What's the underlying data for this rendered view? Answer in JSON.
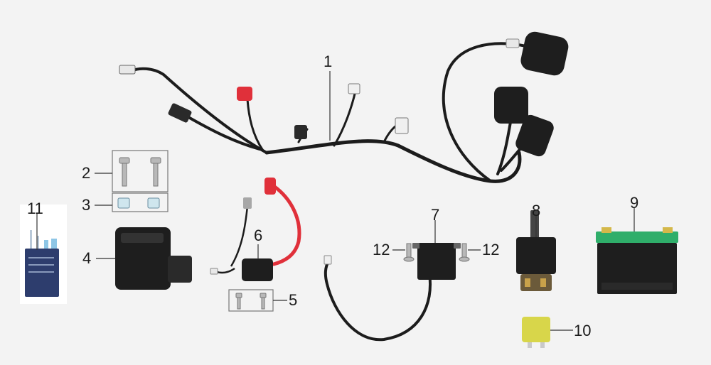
{
  "parts": [
    {
      "number": "1",
      "icon": "wiring-harness"
    },
    {
      "number": "2",
      "icon": "flange-bolt"
    },
    {
      "number": "3",
      "icon": "clip-nut"
    },
    {
      "number": "4",
      "icon": "cdi-unit"
    },
    {
      "number": "5",
      "icon": "mounting-bolt"
    },
    {
      "number": "6",
      "icon": "ignition-coil"
    },
    {
      "number": "7",
      "icon": "regulator-rectifier"
    },
    {
      "number": "8",
      "icon": "starter-relay"
    },
    {
      "number": "9",
      "icon": "battery"
    },
    {
      "number": "10",
      "icon": "fuse"
    },
    {
      "number": "11",
      "icon": "flasher-relay"
    },
    {
      "number": "12",
      "icon": "screw"
    }
  ],
  "colors": {
    "background": "#f3f3f3",
    "wire_black": "#1c1c1c",
    "spark_cable_red": "#e0303a",
    "battery_lid_green": "#2fae6a",
    "fuse_yellow": "#d8d64a",
    "relay_blue": "#2d3d6d"
  }
}
